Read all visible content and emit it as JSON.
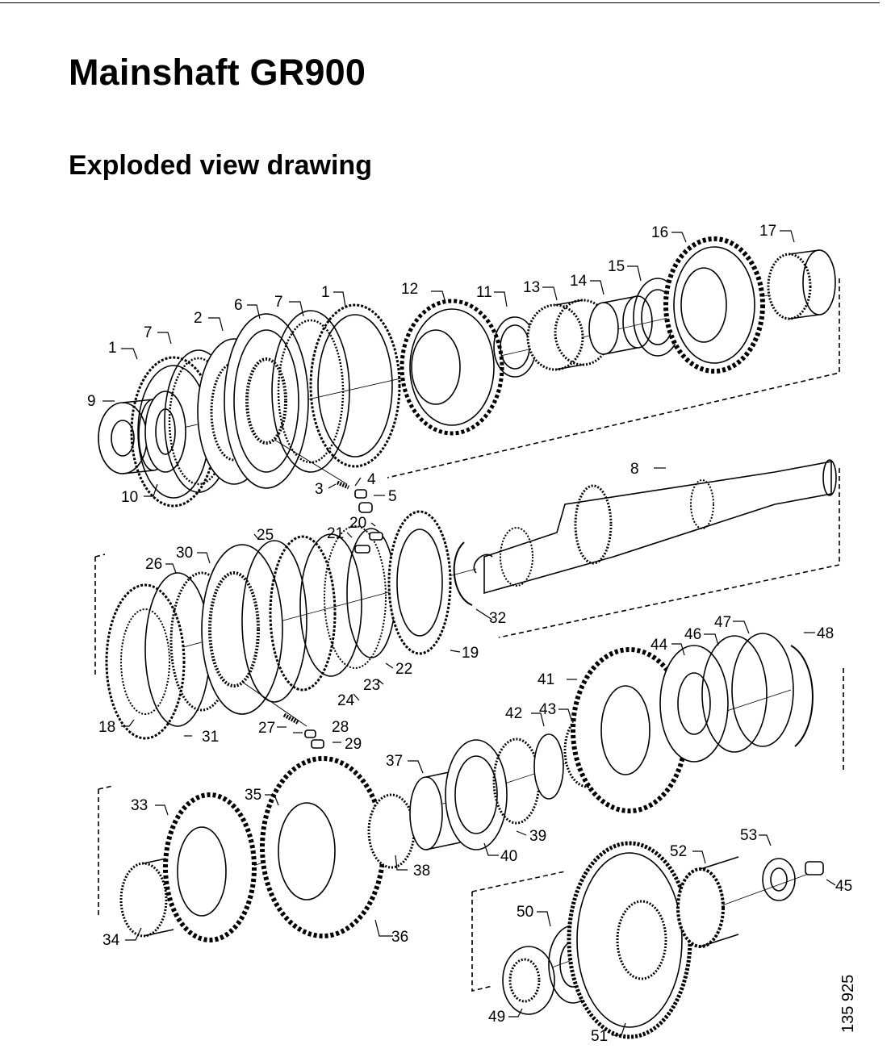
{
  "document": {
    "title": "Mainshaft GR900",
    "subtitle": "Exploded view drawing",
    "drawing_number": "135 925"
  },
  "callouts": [
    {
      "id": "1",
      "label": "1"
    },
    {
      "id": "1b",
      "label": "1"
    },
    {
      "id": "2",
      "label": "2"
    },
    {
      "id": "3",
      "label": "3"
    },
    {
      "id": "4",
      "label": "4"
    },
    {
      "id": "5",
      "label": "5"
    },
    {
      "id": "6",
      "label": "6"
    },
    {
      "id": "7",
      "label": "7"
    },
    {
      "id": "7b",
      "label": "7"
    },
    {
      "id": "8",
      "label": "8"
    },
    {
      "id": "9",
      "label": "9"
    },
    {
      "id": "10",
      "label": "10"
    },
    {
      "id": "11",
      "label": "11"
    },
    {
      "id": "12",
      "label": "12"
    },
    {
      "id": "13",
      "label": "13"
    },
    {
      "id": "14",
      "label": "14"
    },
    {
      "id": "15",
      "label": "15"
    },
    {
      "id": "16",
      "label": "16"
    },
    {
      "id": "17",
      "label": "17"
    },
    {
      "id": "18",
      "label": "18"
    },
    {
      "id": "19",
      "label": "19"
    },
    {
      "id": "20",
      "label": "20"
    },
    {
      "id": "21",
      "label": "21"
    },
    {
      "id": "22",
      "label": "22"
    },
    {
      "id": "23",
      "label": "23"
    },
    {
      "id": "24",
      "label": "24"
    },
    {
      "id": "25",
      "label": "25"
    },
    {
      "id": "26",
      "label": "26"
    },
    {
      "id": "27",
      "label": "27"
    },
    {
      "id": "28",
      "label": "28"
    },
    {
      "id": "29",
      "label": "29"
    },
    {
      "id": "30",
      "label": "30"
    },
    {
      "id": "31",
      "label": "31"
    },
    {
      "id": "32",
      "label": "32"
    },
    {
      "id": "33",
      "label": "33"
    },
    {
      "id": "34",
      "label": "34"
    },
    {
      "id": "35",
      "label": "35"
    },
    {
      "id": "36",
      "label": "36"
    },
    {
      "id": "37",
      "label": "37"
    },
    {
      "id": "38",
      "label": "38"
    },
    {
      "id": "39",
      "label": "39"
    },
    {
      "id": "40",
      "label": "40"
    },
    {
      "id": "41",
      "label": "41"
    },
    {
      "id": "42",
      "label": "42"
    },
    {
      "id": "43",
      "label": "43"
    },
    {
      "id": "44",
      "label": "44"
    },
    {
      "id": "45",
      "label": "45"
    },
    {
      "id": "46",
      "label": "46"
    },
    {
      "id": "47",
      "label": "47"
    },
    {
      "id": "48",
      "label": "48"
    },
    {
      "id": "49",
      "label": "49"
    },
    {
      "id": "50",
      "label": "50"
    },
    {
      "id": "51",
      "label": "51"
    },
    {
      "id": "52",
      "label": "52"
    },
    {
      "id": "53",
      "label": "53"
    }
  ]
}
